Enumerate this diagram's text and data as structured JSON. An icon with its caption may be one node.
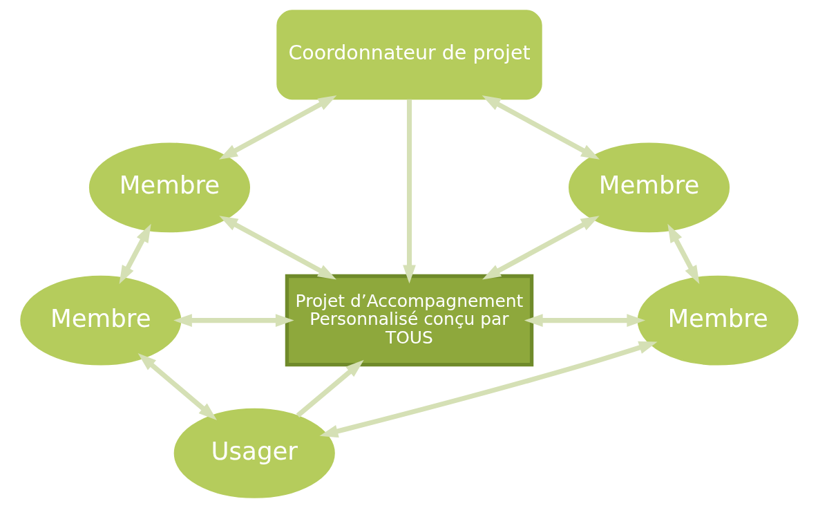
{
  "diagram": {
    "nodes": [
      {
        "text": [
          "Coordonnateur de projet"
        ]
      },
      {
        "text": [
          "Membre"
        ]
      },
      {
        "text": [
          "Membre"
        ]
      },
      {
        "text": [
          "Projet d’Accompagnement Personnalisé conçu par TOUS"
        ]
      },
      {
        "text": [
          "Membre"
        ]
      },
      {
        "text": [
          "Membre"
        ]
      },
      {
        "text": [
          "Usager"
        ]
      }
    ],
    "edges": [
      {
        "from": 0,
        "to": 1,
        "arrow": "both"
      },
      {
        "from": 0,
        "to": 2,
        "arrow": "both"
      },
      {
        "from": 0,
        "to": 3,
        "arrow": "to"
      },
      {
        "from": 1,
        "to": 3,
        "arrow": "both"
      },
      {
        "from": 2,
        "to": 3,
        "arrow": "both"
      },
      {
        "from": 1,
        "to": 4,
        "arrow": "both"
      },
      {
        "from": 2,
        "to": 5,
        "arrow": "both"
      },
      {
        "from": 4,
        "to": 3,
        "arrow": "both"
      },
      {
        "from": 5,
        "to": 3,
        "arrow": "both"
      },
      {
        "from": 4,
        "to": 6,
        "arrow": "both"
      },
      {
        "from": 5,
        "to": 6,
        "arrow": "both"
      },
      {
        "from": 6,
        "to": 3,
        "arrow": "to"
      }
    ]
  }
}
